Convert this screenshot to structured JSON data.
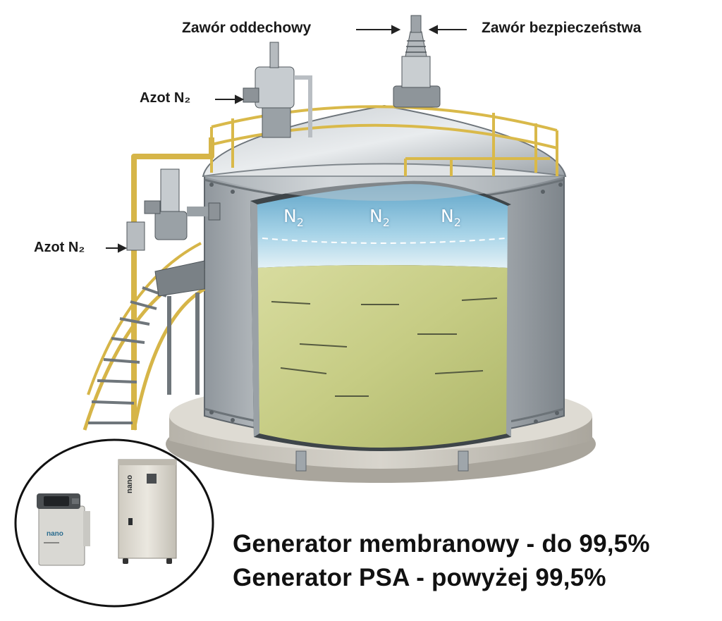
{
  "labels": {
    "breather_valve": "Zawór oddechowy",
    "safety_valve": "Zawór bezpieczeństwa",
    "nitrogen_top": "Azot N₂",
    "nitrogen_side": "Azot N₂"
  },
  "blanket": {
    "symbol": "N",
    "subscript": "2"
  },
  "generators": {
    "membrane": "Generator membranowy - do 99,5%",
    "psa": "Generator PSA - powyżej 99,5%"
  },
  "device_marks": {
    "small_generator_brand": "nano",
    "cabinet_brand": "nano"
  },
  "colors": {
    "railing": "#d9b94a",
    "steel": "#b9bec3",
    "nitrogen_layer": "#a9d3e6",
    "liquid": "#c9cf8a",
    "concrete": "#c9c6bd"
  }
}
